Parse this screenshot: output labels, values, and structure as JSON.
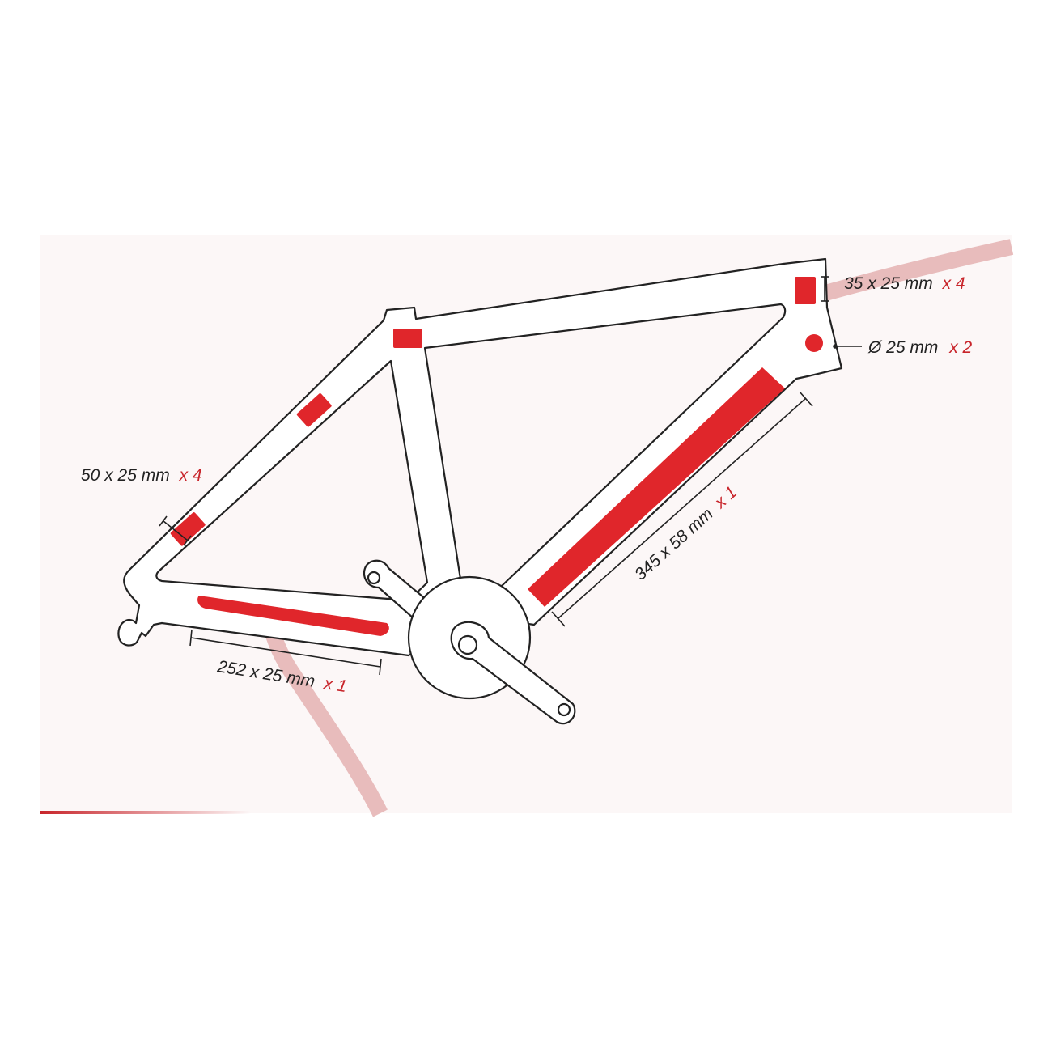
{
  "colors": {
    "background": "#ffffff",
    "panel": "#fcf7f7",
    "frame_stroke": "#222222",
    "sticker": "#e0262b",
    "swoosh": "#e8bcbc",
    "quantity_text": "#c8252b"
  },
  "labels": {
    "head_tube_patch": {
      "size": "35 x 25 mm",
      "qty": "x 4"
    },
    "round_patch": {
      "size": "Ø 25 mm",
      "qty": "x 2"
    },
    "seat_stay_patch": {
      "size": "50 x 25 mm",
      "qty": "x 4"
    },
    "down_tube_strip": {
      "size": "345 x 58 mm",
      "qty": "x 1"
    },
    "chain_stay_strip": {
      "size": "252 x 25 mm",
      "qty": "x 1"
    }
  }
}
